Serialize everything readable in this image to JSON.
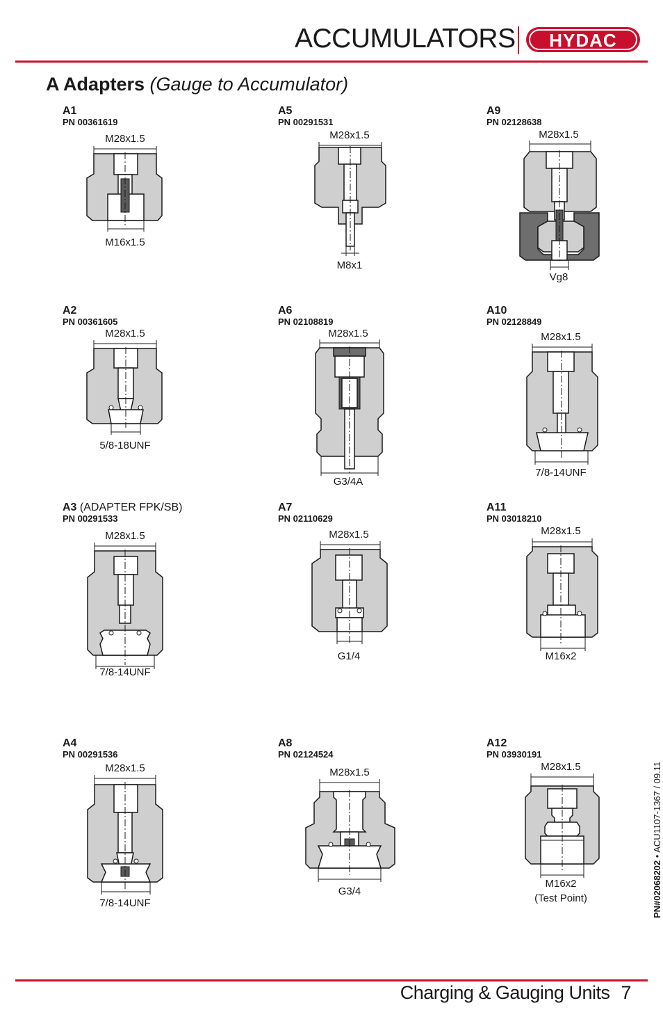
{
  "header": {
    "title": "ACCUMULATORS",
    "brand": "HYDAC",
    "brand_color": "#c8102e"
  },
  "section": {
    "title_bold": "A Adapters",
    "title_italic": "(Gauge to Accumulator)"
  },
  "adapters": [
    {
      "name": "A1",
      "pn": "PN 00361619",
      "top_thread": "M28x1.5",
      "bottom_thread": "M16x1.5"
    },
    {
      "name": "A5",
      "pn": "PN 00291531",
      "top_thread": "M28x1.5",
      "bottom_thread": "M8x1"
    },
    {
      "name": "A9",
      "pn": "PN 02128638",
      "top_thread": "M28x1.5",
      "bottom_thread": "Vg8"
    },
    {
      "name": "A2",
      "pn": "PN 00361605",
      "top_thread": "M28x1.5",
      "bottom_thread": "5/8-18UNF"
    },
    {
      "name": "A6",
      "pn": "PN 02108819",
      "top_thread": "M28x1.5",
      "bottom_thread": "G3/4A"
    },
    {
      "name": "A10",
      "pn": "PN 02128849",
      "top_thread": "M28x1.5",
      "bottom_thread": "7/8-14UNF"
    },
    {
      "name": "A3",
      "name_extra": "(ADAPTER FPK/SB)",
      "pn": "PN 00291533",
      "top_thread": "M28x1.5",
      "bottom_thread": "7/8-14UNF"
    },
    {
      "name": "A7",
      "pn": "PN 02110629",
      "top_thread": "M28x1.5",
      "bottom_thread": "G1/4"
    },
    {
      "name": "A11",
      "pn": "PN 03018210",
      "top_thread": "M28x1.5",
      "bottom_thread": "M16x2"
    },
    {
      "name": "A4",
      "pn": "PN 00291536",
      "top_thread": "M28x1.5",
      "bottom_thread": "7/8-14UNF"
    },
    {
      "name": "A8",
      "pn": "PN 02124524",
      "top_thread": "M28x1.5",
      "bottom_thread": "G3/4"
    },
    {
      "name": "A12",
      "pn": "PN 03930191",
      "top_thread": "M28x1.5",
      "bottom_thread": "M16x2",
      "bottom_note": "(Test Point)"
    }
  ],
  "side_note": {
    "pn": "PN#02068202",
    "bullet": "•",
    "ref": "ACU1107-1367 / 09.11"
  },
  "footer": {
    "text": "Charging & Gauging Units",
    "page": "7"
  }
}
